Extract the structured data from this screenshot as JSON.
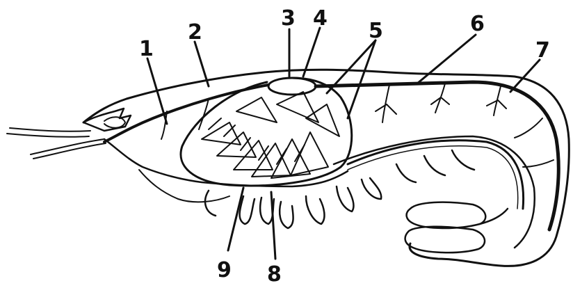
{
  "labels": {
    "l1": "1",
    "l2": "2",
    "l3": "3",
    "l4": "4",
    "l5": "5",
    "l6": "6",
    "l7": "7",
    "l8": "8",
    "l9": "9"
  },
  "colors": {
    "ink": "#111111",
    "background": "#ffffff"
  }
}
